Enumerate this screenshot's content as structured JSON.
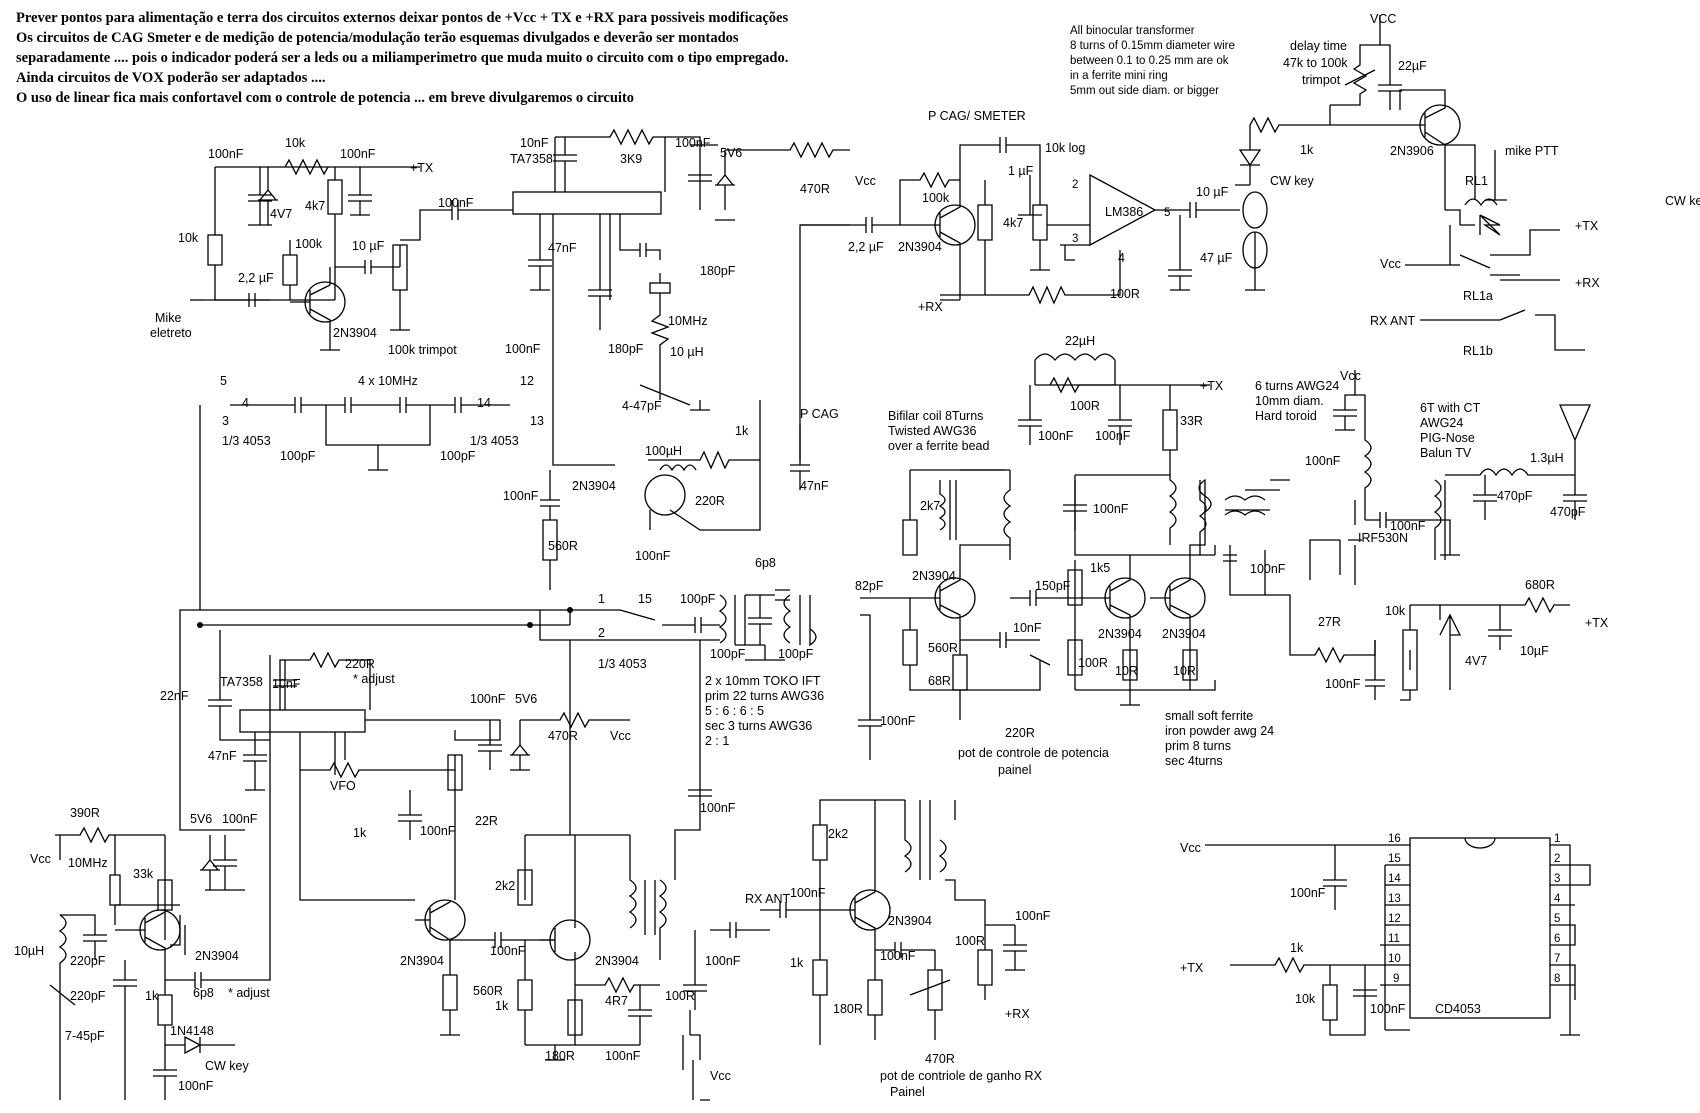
{
  "notes": [
    "Prever pontos para alimentação e terra dos circuitos externos deixar pontos de +Vcc + TX e +RX para possiveis modificações",
    "Os circuitos de CAG    Smeter e de medição de potencia/modulação  terão esquemas divulgados e deverão ser montados",
    "separadamente .... pois o indicador poderá ser a leds ou a miliamperimetro que muda muito o circuito com o tipo empregado.",
    "Ainda circuitos de VOX poderão ser adaptados ....",
    "O uso de linear fica mais confortavel com o controle de potencia ... em breve divulgaremos o circuito"
  ],
  "transformer_note": [
    "All binocular transformer",
    "8 turns of 0.15mm diameter wire",
    "between  0.1 to 0.25 mm are ok",
    "in a ferrite mini ring",
    "5mm out side diam. or bigger"
  ],
  "labels": {
    "tx": "+TX",
    "rx": "+RX",
    "vcc": "Vcc",
    "vcc_caps": "VCC",
    "mike": "Mike",
    "mike2": "eletreto",
    "trimpot100k": "100k trimpot",
    "ta7358": "TA7358",
    "tenmhz": "10MHz",
    "tenuh": "10 µH",
    "c447": "4-47pF",
    "pcag": "P CAG",
    "pcag_smeter": "P CAG/ SMETER",
    "lm386": "LM386",
    "tenklog": "10k log",
    "delay1": "delay time",
    "delay2": "47k to 100k",
    "delay3": "trimpot",
    "cwkey": "CW key",
    "mikeptt": "mike PTT",
    "rl1": "RL1",
    "rl1a": "RL1a",
    "rl1b": "RL1b",
    "rxant": "RX ANT",
    "xtal4": "4 x 10MHz",
    "q4053": "1/3 4053",
    "bifilar1": "Bifilar coil 8Turns",
    "bifilar2": "Twisted   AWG36",
    "bifilar3": "over a ferrite bead",
    "toroid1": "6 turns AWG24",
    "toroid2": "10mm diam.",
    "toroid3": "Hard toroid",
    "balun1": "6T with CT",
    "balun2": "AWG24",
    "balun3": "PIG-Nose",
    "balun4": "Balun TV",
    "irf": "IRF530N",
    "l13": "1.3µH",
    "l22": "22µH",
    "toko1": "2 x 10mm TOKO IFT",
    "toko2": "prim 22 turns AWG36",
    "toko3": "5 : 6 : 6 : 5",
    "toko4": "sec 3 turns AWG36",
    "toko5": "2 : 1",
    "ferrite1": "small soft ferrite",
    "ferrite2": "iron powder awg 24",
    "ferrite3": "prim 8 turns",
    "ferrite4": "sec 4turns",
    "potpot1": "pot de controle de potencia",
    "potpot2": "painel",
    "potrx1": "pot de contriole de ganho RX",
    "potrx2": "Painel",
    "vfo": "VFO",
    "adjust": "* adjust",
    "cd4053": "CD4053",
    "q2n3904": "2N3904",
    "q2n3906": "2N3906",
    "d1n4148": "1N4148",
    "r10k": "10k",
    "r4k7": "4k7",
    "r100k": "100k",
    "r3k9": "3K9",
    "r1k": "1k",
    "r560": "560R",
    "r220": "220R",
    "r220adj": "220R",
    "r470": "470R",
    "r100": "100R",
    "r33": "33R",
    "r2k7": "2k7",
    "r1k5": "1k5",
    "r68": "68R",
    "r10": "10R",
    "r27": "27R",
    "r680": "680R",
    "r2k2": "2k2",
    "r180": "180R",
    "r4r7": "4R7",
    "r22": "22R",
    "r33k": "33k",
    "r390": "390R",
    "c100n": "100nF",
    "c10n": "10nF",
    "c47n": "47nF",
    "c22n": "22nF",
    "c180p": "180pF",
    "c100p": "100pF",
    "c82p": "82pF",
    "c150p": "150pF",
    "c6p8": "6p8",
    "c470p": "470pF",
    "c220p": "220pF",
    "c745": "7-45pF",
    "c1u": "1 µF",
    "c10u": "10 µF",
    "c47u": "47 µF",
    "c22u": "22µF",
    "c2u2": "2,2 µF",
    "c10uF": "10µF",
    "z4v7": "4V7",
    "z5v6": "5V6",
    "l100u": "100µH",
    "l10u": "10µH",
    "pin1": "1",
    "pin2": "2",
    "pin3": "3",
    "pin4": "4",
    "pin5": "5",
    "pin6": "6",
    "pin7": "7",
    "pin8": "8",
    "pin9": "9",
    "pin10": "10",
    "pin11": "11",
    "pin12": "12",
    "pin13": "13",
    "pin14": "14",
    "pin15": "15",
    "pin16": "16"
  }
}
